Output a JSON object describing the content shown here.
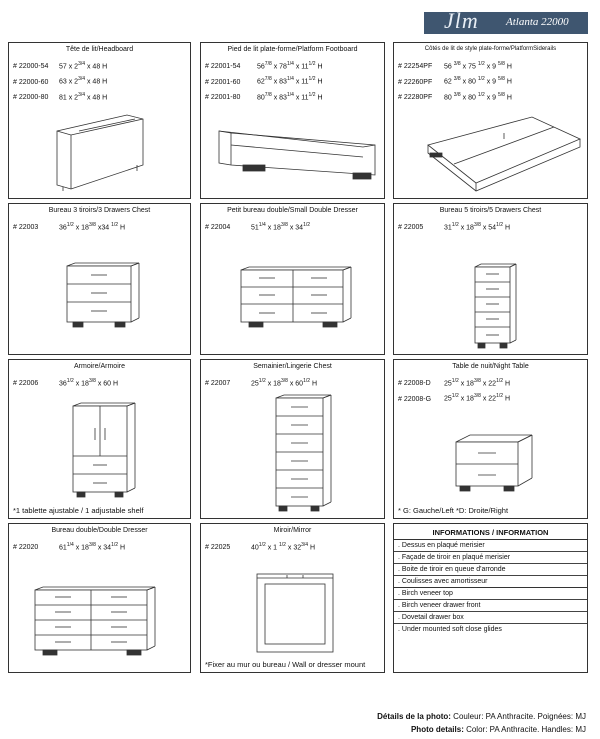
{
  "brand": {
    "logo": "Jlm",
    "collection": "Atlanta 22000"
  },
  "cells": {
    "headboard": {
      "title": "Tête de lit/Headboard",
      "specs": [
        {
          "sku": "# 22000-54",
          "dim": "57 x 2",
          "d1": "3/4",
          "tail": " x 48 H"
        },
        {
          "sku": "# 22000-60",
          "dim": "63 x 2",
          "d1": "3/4",
          "tail": " x 48 H"
        },
        {
          "sku": "# 22000-80",
          "dim": "81 x 2",
          "d1": "3/4",
          "tail": " x 48 H"
        }
      ]
    },
    "footboard": {
      "title": "Pied de lit plate-forme/Platform Footboard",
      "specs": [
        {
          "sku": "# 22001-54",
          "a": "56",
          "a1": "7/8",
          "b": " x 78",
          "b1": "1/4",
          "c": " x 11",
          "c1": "1/2",
          "tail": " H"
        },
        {
          "sku": "# 22001-60",
          "a": "62",
          "a1": "7/8",
          "b": " x 83",
          "b1": "1/4",
          "c": " x 11",
          "c1": "1/2",
          "tail": " H"
        },
        {
          "sku": "# 22001-80",
          "a": "80",
          "a1": "7/8",
          "b": " x 83",
          "b1": "1/4",
          "c": " x 11",
          "c1": "1/2",
          "tail": " H"
        }
      ]
    },
    "siderails": {
      "title": "Côtés de lit de style plate-forme/PlatformSiderails",
      "specs": [
        {
          "sku": "# 22254PF",
          "a": "56 ",
          "a1": "3/8",
          "b": " x 75 ",
          "b1": "1/2",
          "c": " x 9 ",
          "c1": "5/8",
          "tail": " H"
        },
        {
          "sku": "# 22260PF",
          "a": "62 ",
          "a1": "3/8",
          "b": " x 80 ",
          "b1": "1/2",
          "c": " x 9 ",
          "c1": "5/8",
          "tail": " H"
        },
        {
          "sku": "# 22280PF",
          "a": "80 ",
          "a1": "3/8",
          "b": " x 80 ",
          "b1": "1/2",
          "c": " x 9 ",
          "c1": "5/8",
          "tail": " H"
        }
      ]
    },
    "chest3": {
      "title": "Bureau 3 tiroirs/3 Drawers Chest",
      "specs": [
        {
          "sku": "# 22003",
          "a": "36",
          "a1": "1/2",
          "b": " x 18",
          "b1": "3/8",
          "c": " x34 ",
          "c1": "1/2",
          "tail": " H"
        }
      ]
    },
    "smalldresser": {
      "title": "Petit bureau double/Small Double Dresser",
      "specs": [
        {
          "sku": "# 22004",
          "a": "51",
          "a1": "1/4",
          "b": " x 18",
          "b1": "3/8",
          "c": " x 34",
          "c1": "1/2",
          "tail": ""
        }
      ]
    },
    "chest5": {
      "title": "Bureau 5 tiroirs/5 Drawers Chest",
      "specs": [
        {
          "sku": "# 22005",
          "a": "31",
          "a1": "1/2",
          "b": " x 18",
          "b1": "3/8",
          "c": " x 54",
          "c1": "1/2",
          "tail": " H"
        }
      ]
    },
    "armoire": {
      "title": "Armoire/Armoire",
      "specs": [
        {
          "sku": "# 22006",
          "a": "36",
          "a1": "1/2",
          "b": " x 18",
          "b1": "3/8",
          "tail": " x 60 H"
        }
      ],
      "note": "*1 tablette ajustable / 1 adjustable shelf"
    },
    "lingerie": {
      "title": "Semainier/Lingerie Chest",
      "specs": [
        {
          "sku": "# 22007",
          "a": "25",
          "a1": "1/2",
          "b": " x 18",
          "b1": "3/8",
          "c": " x 60",
          "c1": "1/2",
          "tail": " H"
        }
      ]
    },
    "nightstand": {
      "title": "Table de nuit/Night Table",
      "specs": [
        {
          "sku": "# 22008-D",
          "a": "25",
          "a1": "1/2",
          "b": " x 18",
          "b1": "3/8",
          "c": " x 22",
          "c1": "1/2",
          "tail": " H"
        },
        {
          "sku": "# 22008-G",
          "a": "25",
          "a1": "1/2",
          "b": " x 18",
          "b1": "3/8",
          "c": " x 22",
          "c1": "1/2",
          "tail": " H"
        }
      ],
      "note": "* G: Gauche/Left    *D: Droite/Right"
    },
    "dresser": {
      "title": "Bureau double/Double Dresser",
      "specs": [
        {
          "sku": "# 22020",
          "a": "61",
          "a1": "1/4",
          "b": " x 18",
          "b1": "3/8",
          "c": " x 34",
          "c1": "1/2",
          "tail": " H"
        }
      ]
    },
    "mirror": {
      "title": "Miroir/Mirror",
      "specs": [
        {
          "sku": "# 22025",
          "a": "40",
          "a1": "1/2",
          "b": " x 1 ",
          "b1": "1/2",
          "c": " x 32",
          "c1": "3/4",
          "tail": " H"
        }
      ],
      "note": "*Fixer au mur ou bureau / Wall or dresser mount"
    }
  },
  "info": {
    "title": "INFORMATIONS / INFORMATION",
    "fr": [
      ". Dessus en  plaqué merisier",
      ". Façade de tiroir en plaqué merisier",
      ". Boite de tiroir en queue d'arronde",
      ". Coulisses avec amortisseur"
    ],
    "en": [
      ". Birch veneer top",
      ". Birch veneer drawer front",
      ". Dovetail drawer box",
      ". Under mounted soft close glides"
    ]
  },
  "footer": {
    "fr_label": "Détails de la photo:",
    "fr_text": " Couleur: PA Anthracite. Poignées: MJ",
    "en_label": "Photo details:",
    "en_text": " Color: PA Anthracite. Handles: MJ"
  }
}
